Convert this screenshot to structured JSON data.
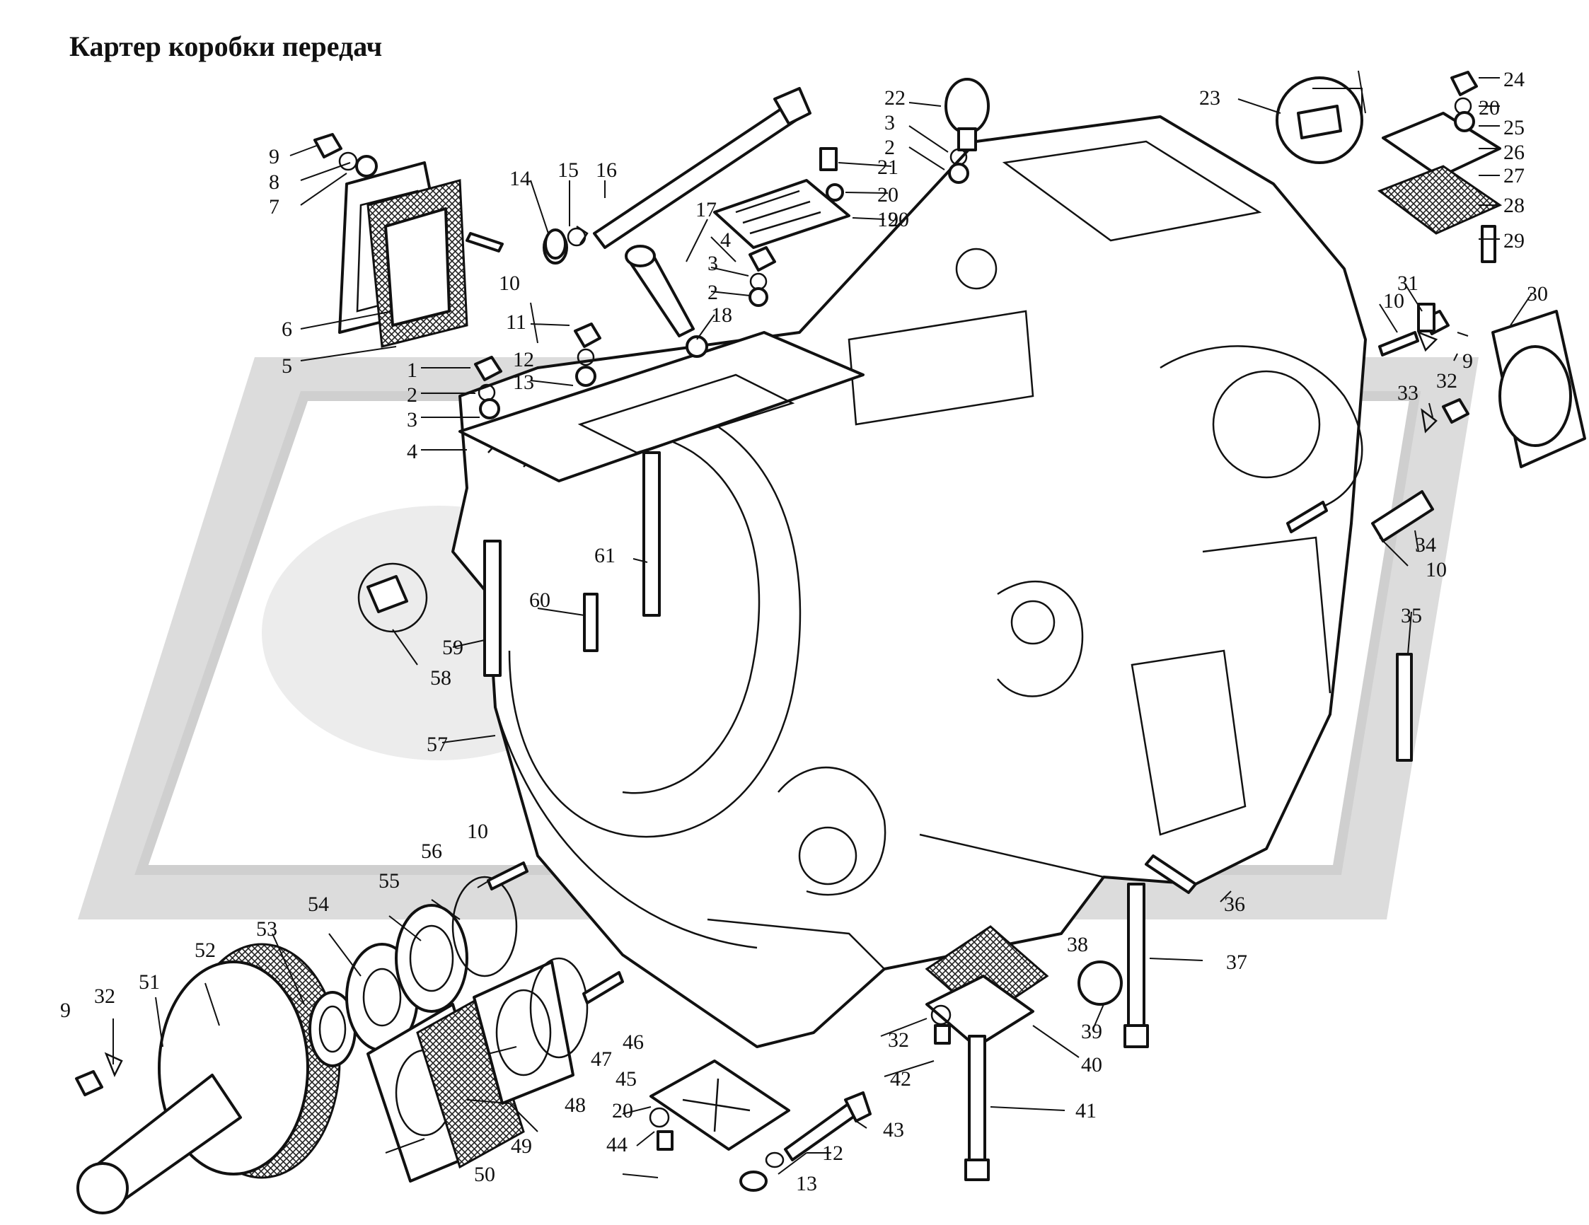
{
  "title": "Картер коробки передач",
  "colors": {
    "watermark": "#d9d9d9",
    "ink": "#111111",
    "background": "#ffffff"
  },
  "callouts": [
    "1",
    "2",
    "3",
    "4",
    "5",
    "6",
    "7",
    "8",
    "9",
    "10",
    "11",
    "12",
    "13",
    "14",
    "15",
    "16",
    "17",
    "18",
    "19",
    "20",
    "21",
    "22",
    "23",
    "24",
    "25",
    "26",
    "27",
    "28",
    "29",
    "30",
    "31",
    "32",
    "33",
    "34",
    "35",
    "36",
    "37",
    "38",
    "39",
    "40",
    "41",
    "42",
    "43",
    "44",
    "45",
    "46",
    "47",
    "48",
    "49",
    "50",
    "51",
    "52",
    "53",
    "54",
    "55",
    "56",
    "57",
    "58",
    "59",
    "60",
    "61"
  ]
}
